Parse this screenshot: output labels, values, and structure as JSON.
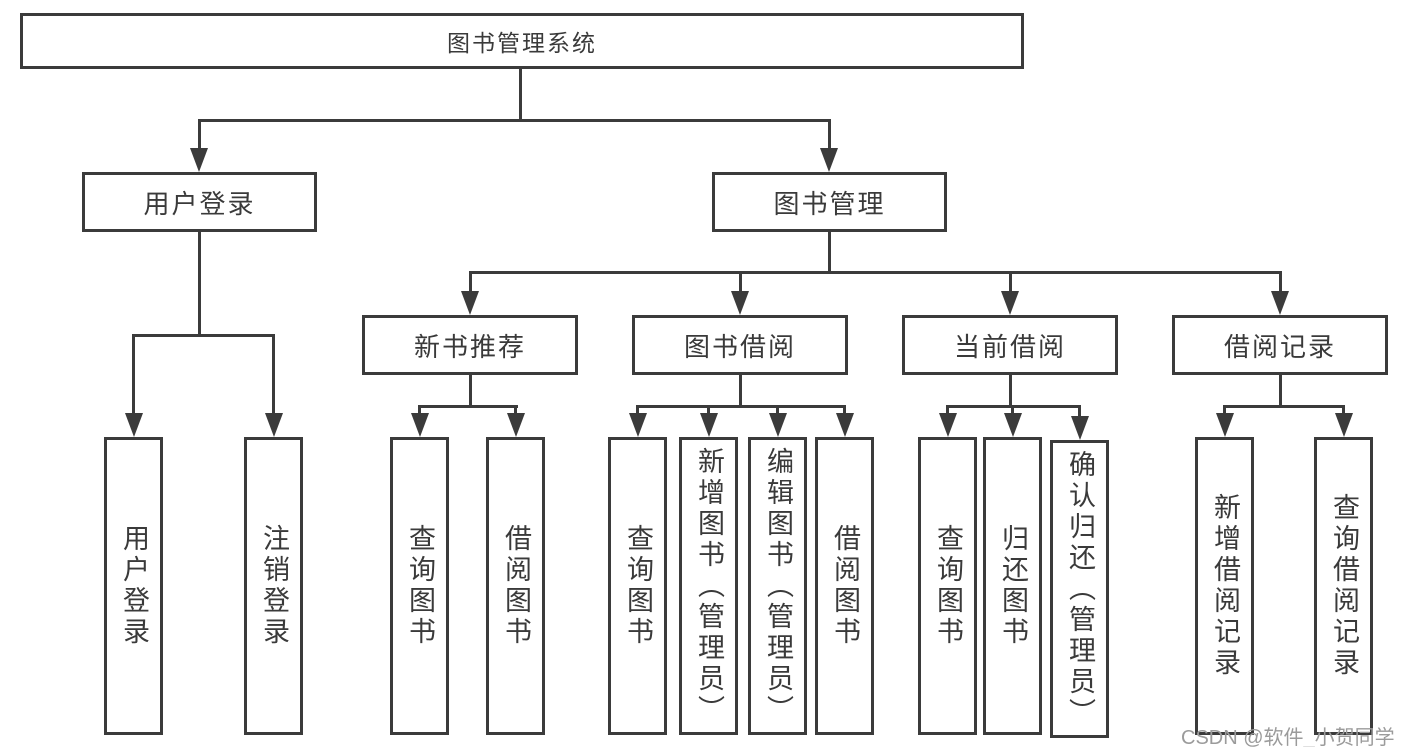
{
  "colors": {
    "line": "#3b3b3b",
    "text": "#3a3a3a",
    "watermark_text": "#9b9b9b",
    "background": "#ffffff"
  },
  "tree": {
    "root": {
      "label": "图书管理系统",
      "children": [
        {
          "label": "用户登录",
          "children": [
            {
              "label": "用户登录"
            },
            {
              "label": "注销登录"
            }
          ]
        },
        {
          "label": "图书管理",
          "children": [
            {
              "label": "新书推荐",
              "children": [
                {
                  "label": "查询图书"
                },
                {
                  "label": "借阅图书"
                }
              ]
            },
            {
              "label": "图书借阅",
              "children": [
                {
                  "label": "查询图书"
                },
                {
                  "label": "新增图书（管理员）"
                },
                {
                  "label": "编辑图书（管理员）"
                },
                {
                  "label": "借阅图书"
                }
              ]
            },
            {
              "label": "当前借阅",
              "children": [
                {
                  "label": "查询图书"
                },
                {
                  "label": "归还图书"
                },
                {
                  "label": "确认归还（管理员）"
                }
              ]
            },
            {
              "label": "借阅记录",
              "children": [
                {
                  "label": "新增借阅记录"
                },
                {
                  "label": "查询借阅记录"
                }
              ]
            }
          ]
        }
      ]
    }
  },
  "watermark": {
    "text": "CSDN @软件_小贺同学"
  }
}
